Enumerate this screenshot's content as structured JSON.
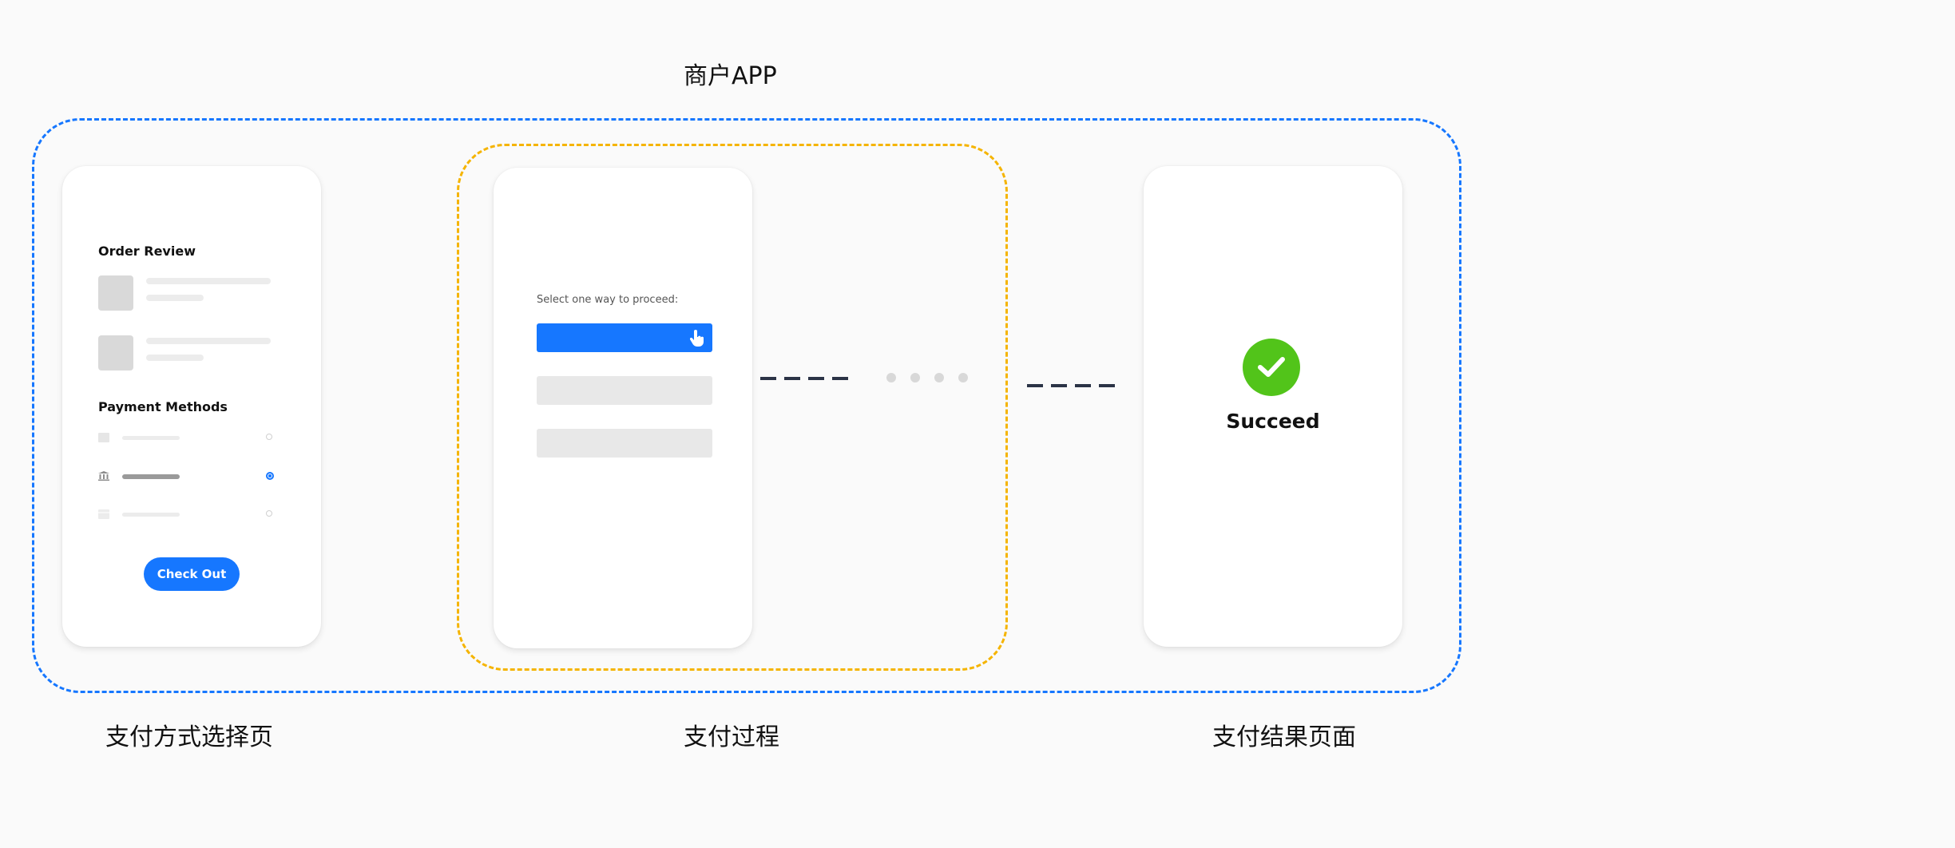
{
  "diagram": {
    "app_title": "商户APP",
    "labels": {
      "selection_page": "支付方式选择页",
      "payment_process": "支付过程",
      "result_page": "支付结果页面"
    },
    "colors": {
      "app_frame": "#1677ff",
      "process_frame": "#f5b400",
      "primary": "#1677ff",
      "success": "#52c41a",
      "connector": "#2b3346"
    }
  },
  "selection_screen": {
    "order_review_title": "Order Review",
    "payment_methods_title": "Payment Methods",
    "selected_method_index": 1,
    "checkout_label": "Check Out"
  },
  "process_screen": {
    "prompt": "Select one way to proceed:"
  },
  "result_screen": {
    "status": "Succeed",
    "icon": "check-icon"
  }
}
